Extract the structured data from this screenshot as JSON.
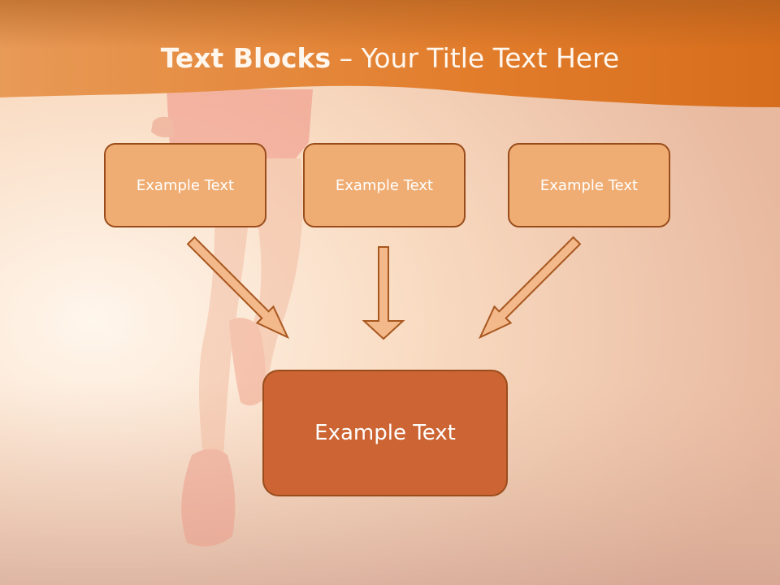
{
  "title": {
    "bold": "Text Blocks",
    "dash": " – ",
    "rest": "Your Title Text Here"
  },
  "blocks": [
    {
      "label": "Example Text"
    },
    {
      "label": "Example Text"
    },
    {
      "label": "Example Text"
    }
  ],
  "target": {
    "label": "Example Text"
  },
  "colors": {
    "header_band": "#e0782a",
    "small_box_fill": "#f0ad73",
    "target_box_fill": "#cc6433",
    "arrow_fill": "#f3b98a",
    "arrow_stroke": "#a8571f",
    "box_border": "#9a4d1c"
  }
}
